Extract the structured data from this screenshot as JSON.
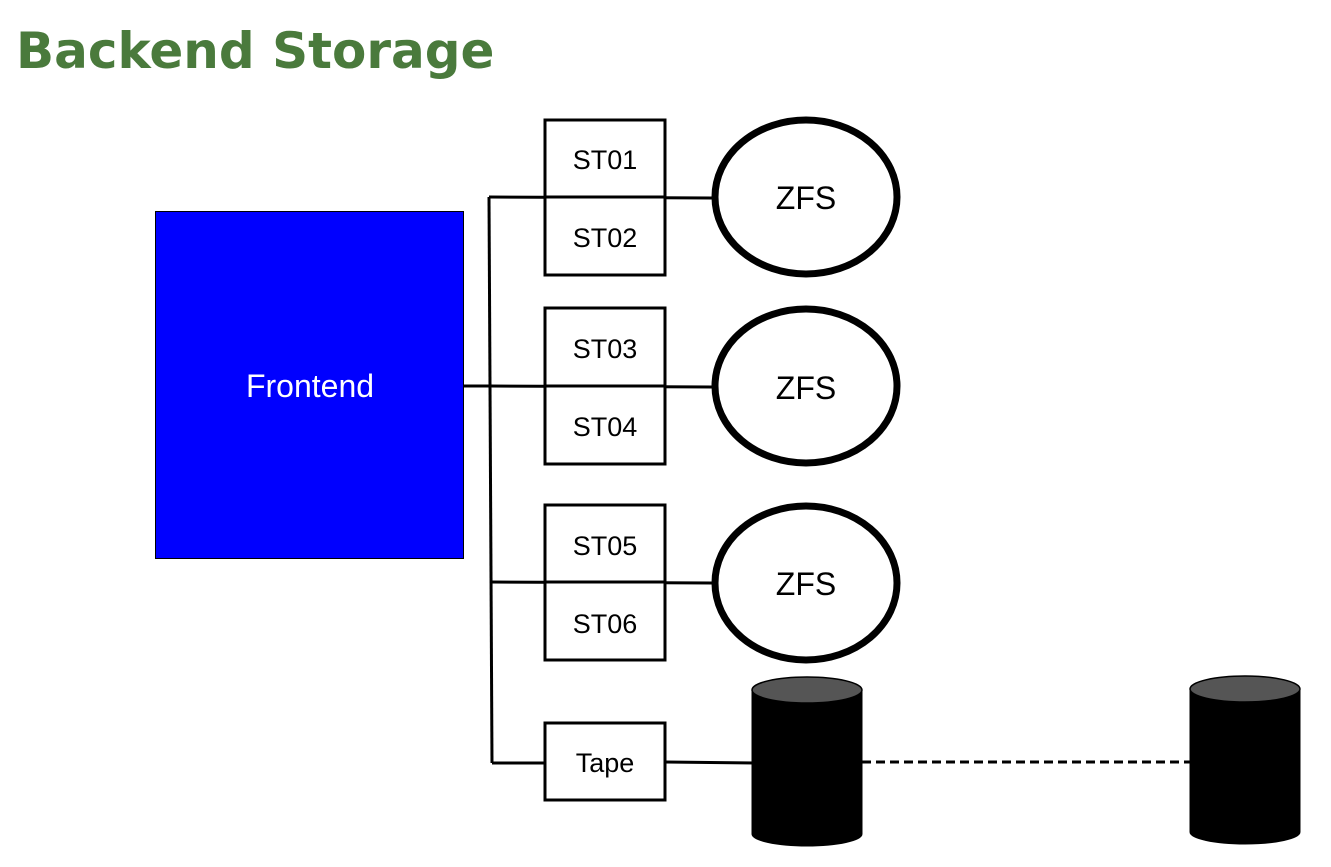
{
  "title": "Backend Storage",
  "colors": {
    "title": "#4a7a3c",
    "frontend_fill": "#0000ff",
    "frontend_text": "#ffffff",
    "line": "#000000",
    "cylinder_body": "#000000",
    "cylinder_top": "#555555"
  },
  "frontend": {
    "label": "Frontend"
  },
  "storage_groups": [
    {
      "nodes": [
        "ST01",
        "ST02"
      ],
      "pool_label": "ZFS"
    },
    {
      "nodes": [
        "ST03",
        "ST04"
      ],
      "pool_label": "ZFS"
    },
    {
      "nodes": [
        "ST05",
        "ST06"
      ],
      "pool_label": "ZFS"
    }
  ],
  "tape": {
    "label": "Tape",
    "library_icon": "cylinder-icon",
    "remote_icon": "cylinder-icon",
    "remote_link_style": "dashed"
  }
}
